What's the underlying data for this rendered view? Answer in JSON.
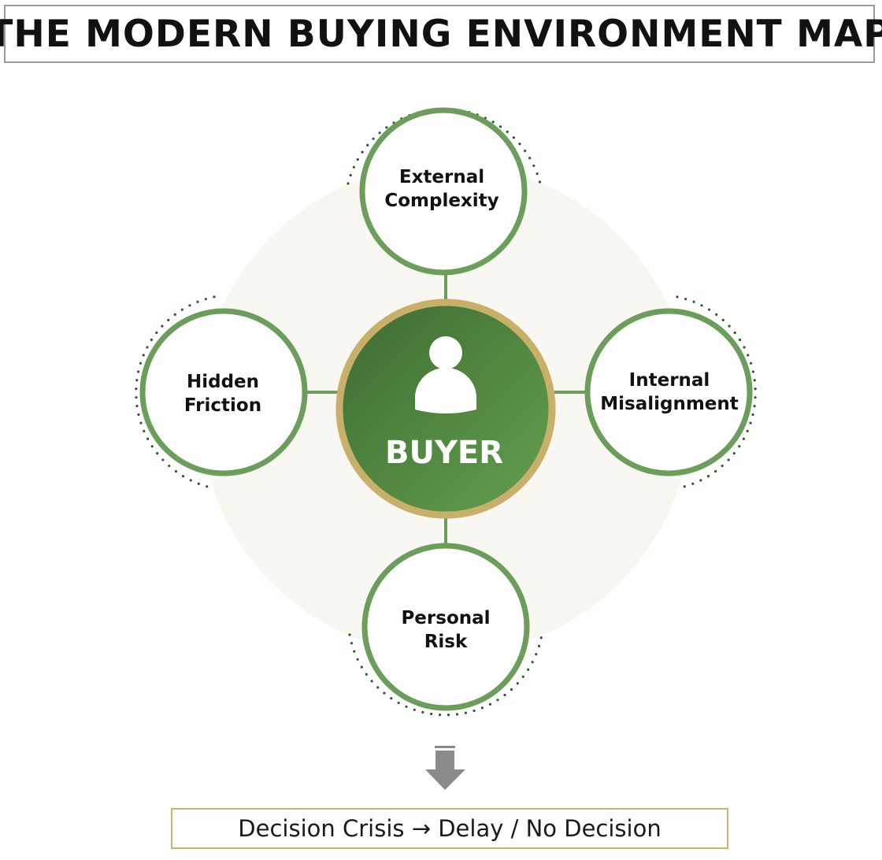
{
  "title": "THE MODERN BUYING ENVIRONMENT MAP",
  "center": {
    "label": "BUYER",
    "icon": "person-icon"
  },
  "nodes": {
    "top": {
      "line1": "External",
      "line2": "Complexity"
    },
    "left": {
      "line1": "Hidden",
      "line2": "Friction"
    },
    "right": {
      "line1": "Internal",
      "line2": "Misalignment"
    },
    "bottom": {
      "line1": "Personal",
      "line2": "Risk"
    }
  },
  "outcome": {
    "text": "Decision Crisis → Delay / No Decision",
    "icon": "down-arrow-icon"
  },
  "colors": {
    "green_ring": "#6a9e5a",
    "buyer_fill_dark": "#3f6f33",
    "buyer_fill_light": "#5f9a4c",
    "gold_ring": "#c8b06a",
    "dots": "#2f5a2a",
    "halo": "#f8f7f1",
    "arrow": "#8a8a8a"
  }
}
